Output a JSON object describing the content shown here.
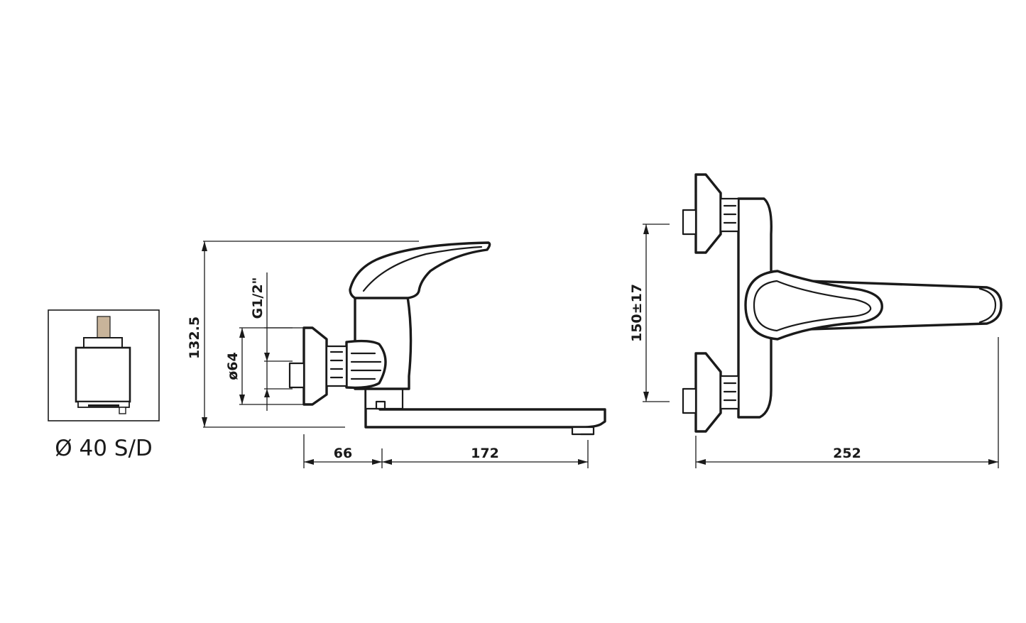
{
  "cartridge": {
    "caption": "Ø 40 S/D",
    "stem_color": "#c8b49a"
  },
  "side_view": {
    "height_label": "132.5",
    "thread_label": "G1/2\"",
    "flange_diameter_label": "ø64",
    "wall_offset_label": "66",
    "spout_reach_label": "172"
  },
  "top_view": {
    "centers_label": "150±17",
    "total_width_label": "252"
  },
  "colors": {
    "line": "#1a1a1a",
    "background": "#ffffff"
  }
}
